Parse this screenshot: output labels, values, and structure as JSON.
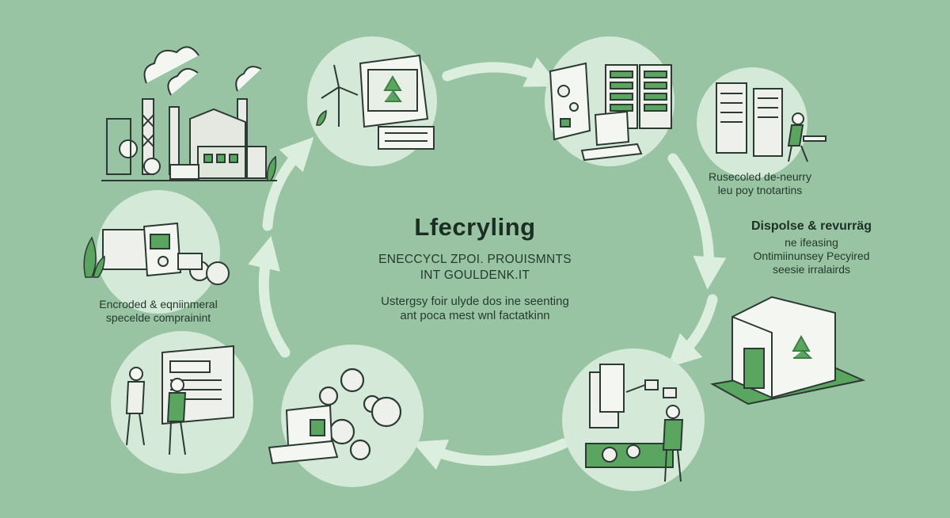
{
  "center": {
    "title": "Lfecryling",
    "subtitle_line1": "ENECCYCL ZPOI. PROUISMNTS",
    "subtitle_line2": "INT GOULDENK.IT",
    "desc_line1": "Ustergsy foir ulyde dos ine seenting",
    "desc_line2": "ant poca mest wnl factatkinn"
  },
  "labels": {
    "left_line1": "Encroded & eqniinmeral",
    "left_line2": "specelde comprainint",
    "right_top_line1": "Rusecoled de-neurry",
    "right_top_line2": "leu poy tnotartins",
    "right_mid_heading": "Dispolse & revurräg",
    "right_mid_line1": "ne ifeasing",
    "right_mid_line2": "Ontimiinunsey Pecyired",
    "right_mid_line3": "seesie irralairds"
  },
  "colors": {
    "background": "#98c4a3",
    "circle": "#d5e9d8",
    "arrow": "#dcefdf",
    "accent_green": "#5aa560",
    "line_dark": "#2c3a33"
  },
  "icons": [
    "factory-icon",
    "wind-turbine-icon",
    "recycle-icon",
    "server-rack-icon",
    "laptop-icon",
    "gear-icon",
    "person-icon",
    "plant-icon",
    "recycling-station-icon"
  ]
}
